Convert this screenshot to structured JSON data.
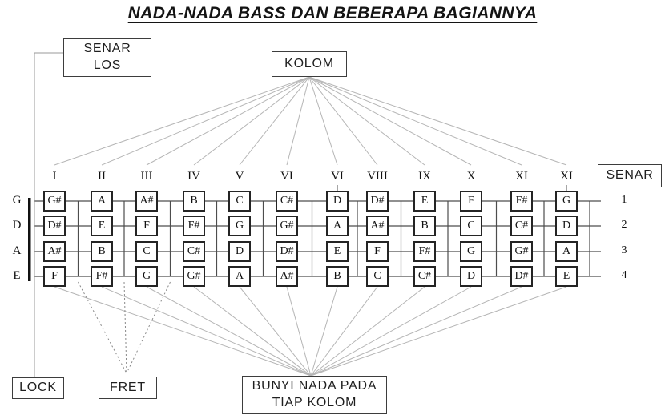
{
  "title": "NADA-NADA BASS DAN BEBERAPA BAGIANNYA",
  "boxes": {
    "senar_los": {
      "line1": "SENAR",
      "line2": "LOS"
    },
    "kolom": {
      "label": "KOLOM"
    },
    "senar": {
      "label": "SENAR"
    },
    "lock": {
      "label": "LOCK"
    },
    "fret": {
      "label": "FRET"
    },
    "bunyi": {
      "line1": "BUNYI NADA PADA",
      "line2": "TIAP KOLOM"
    }
  },
  "fretboard": {
    "column_headers": [
      "I",
      "II",
      "III",
      "IV",
      "V",
      "VI",
      "VI",
      "VIII",
      "IX",
      "X",
      "XI",
      "XI"
    ],
    "string_labels": [
      "G",
      "D",
      "A",
      "E"
    ],
    "string_numbers": [
      "1",
      "2",
      "3",
      "4"
    ],
    "notes": [
      [
        "G#",
        "A",
        "A#",
        "B",
        "C",
        "C#",
        "D",
        "D#",
        "E",
        "F",
        "F#",
        "G"
      ],
      [
        "D#",
        "E",
        "F",
        "F#",
        "G",
        "G#",
        "A",
        "A#",
        "B",
        "C",
        "C#",
        "D"
      ],
      [
        "A#",
        "B",
        "C",
        "C#",
        "D",
        "D#",
        "E",
        "F",
        "F#",
        "G",
        "G#",
        "A"
      ],
      [
        "F",
        "F#",
        "G",
        "G#",
        "A",
        "A#",
        "B",
        "C",
        "C#",
        "D",
        "D#",
        "E"
      ]
    ]
  },
  "colors": {
    "grid_line": "#4d4d4d",
    "fan_line": "#b5b5b5",
    "dashed_line": "#8a8a8a",
    "connector_line": "#9a9a9a",
    "nut": "#111111",
    "box_border": "#3d3d3d",
    "text": "#1a1a1a",
    "background": "#ffffff"
  }
}
